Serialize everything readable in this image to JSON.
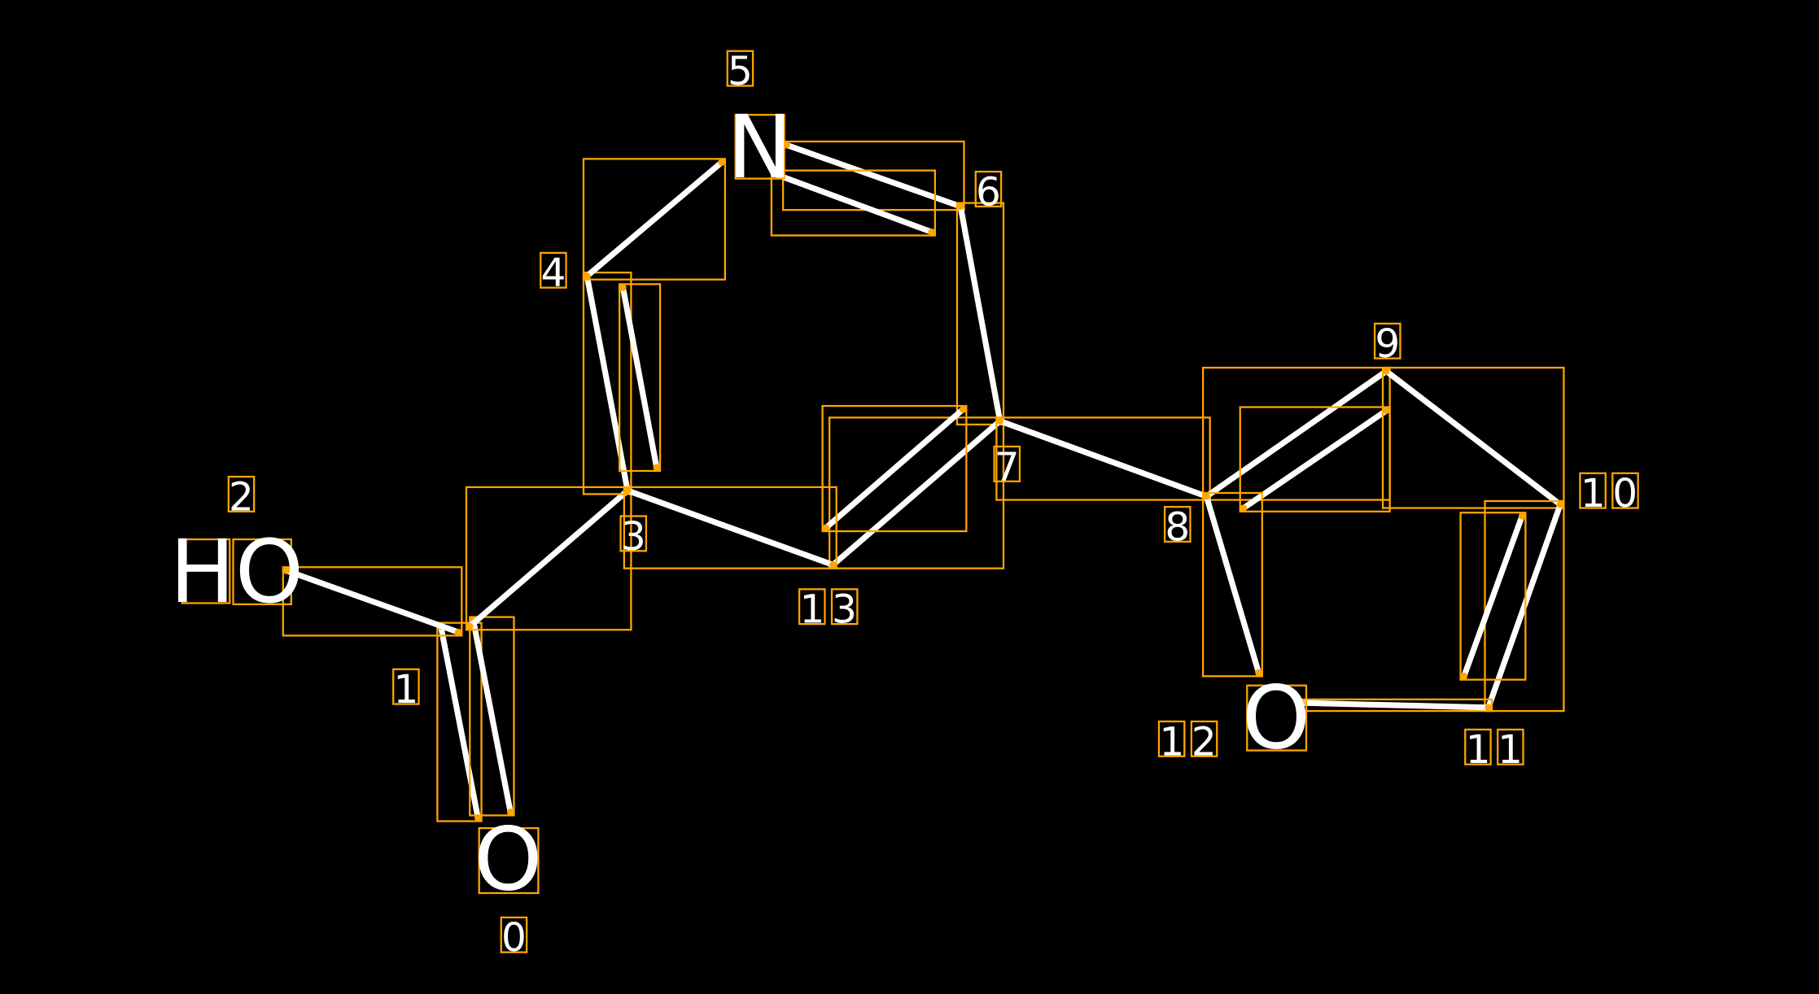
{
  "colors": {
    "background": "#000000",
    "bond": "#ffffff",
    "annotation_box": "#ffa500"
  },
  "atoms": [
    {
      "index": "0",
      "symbol": "O"
    },
    {
      "index": "1",
      "symbol": ""
    },
    {
      "index": "2",
      "symbol": "HO"
    },
    {
      "index": "3",
      "symbol": ""
    },
    {
      "index": "4",
      "symbol": ""
    },
    {
      "index": "5",
      "symbol": "N"
    },
    {
      "index": "6",
      "symbol": ""
    },
    {
      "index": "7",
      "symbol": ""
    },
    {
      "index": "8",
      "symbol": ""
    },
    {
      "index": "9",
      "symbol": ""
    },
    {
      "index": "10",
      "symbol": ""
    },
    {
      "index": "11",
      "symbol": ""
    },
    {
      "index": "12",
      "symbol": "O"
    },
    {
      "index": "13",
      "symbol": ""
    }
  ],
  "bonds": [
    {
      "from": 1,
      "to": 0,
      "order": 2
    },
    {
      "from": 1,
      "to": 2,
      "order": 1
    },
    {
      "from": 1,
      "to": 3,
      "order": 1
    },
    {
      "from": 3,
      "to": 4,
      "order": 2
    },
    {
      "from": 4,
      "to": 5,
      "order": 1
    },
    {
      "from": 5,
      "to": 6,
      "order": 2
    },
    {
      "from": 6,
      "to": 7,
      "order": 1
    },
    {
      "from": 7,
      "to": 13,
      "order": 2
    },
    {
      "from": 13,
      "to": 3,
      "order": 1
    },
    {
      "from": 7,
      "to": 8,
      "order": 1
    },
    {
      "from": 8,
      "to": 9,
      "order": 2
    },
    {
      "from": 9,
      "to": 10,
      "order": 1
    },
    {
      "from": 10,
      "to": 11,
      "order": 2
    },
    {
      "from": 11,
      "to": 12,
      "order": 1
    },
    {
      "from": 12,
      "to": 8,
      "order": 1
    }
  ]
}
